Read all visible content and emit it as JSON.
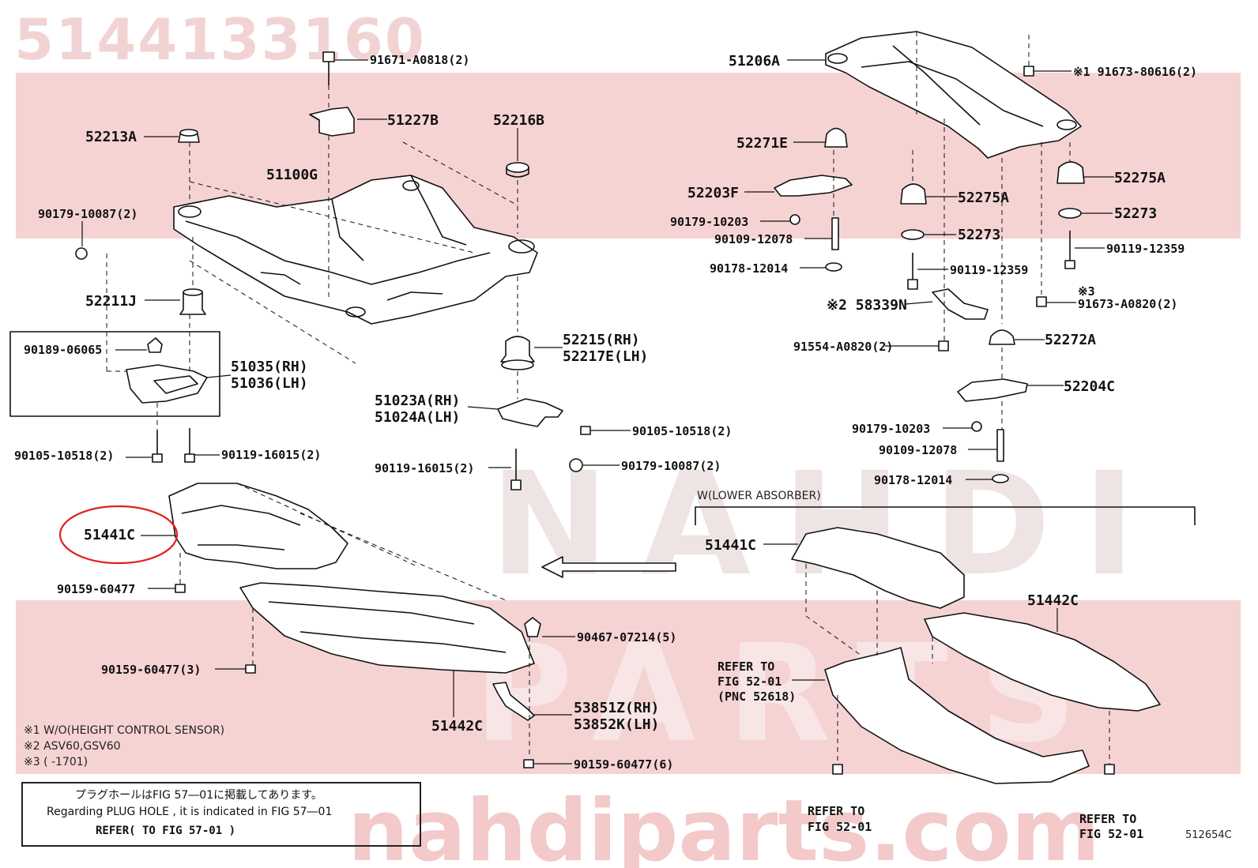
{
  "header": {
    "part_number_watermark": "5144133160"
  },
  "watermarks": {
    "brand": "NAHDI",
    "parts": "PARTS",
    "url": "nahdiparts.com"
  },
  "labels": {
    "l_91671": "91671-A0818(2)",
    "l_51227B": "51227B",
    "l_52216B": "52216B",
    "l_52213A": "52213A",
    "l_51100G": "51100G",
    "l_90179_10087a": "90179-10087(2)",
    "l_52211J": "52211J",
    "l_90189": "90189-06065",
    "l_51035": "51035(RH)",
    "l_51036": "51036(LH)",
    "l_90105a": "90105-10518(2)",
    "l_90119a": "90119-16015(2)",
    "l_52215": "52215(RH)",
    "l_52217E": "52217E(LH)",
    "l_51023A": "51023A(RH)",
    "l_51024A": "51024A(LH)",
    "l_90105b": "90105-10518(2)",
    "l_90119b": "90119-16015(2)",
    "l_90179_10087b": "90179-10087(2)",
    "l_51441C_main": "51441C",
    "l_90159_a": "90159-60477",
    "l_90467": "90467-07214(5)",
    "l_90159_b": "90159-60477(3)",
    "l_53851Z": "53851Z(RH)",
    "l_53852K": "53852K(LH)",
    "l_51442C_main": "51442C",
    "l_90159_c": "90159-60477(6)",
    "l_51206A": "51206A",
    "l_91673_80616": "※1 91673-80616(2)",
    "l_52271E": "52271E",
    "l_52203F": "52203F",
    "l_90179_10203a": "90179-10203",
    "l_90109_a": "90109-12078",
    "l_90178_a": "90178-12014",
    "l_52275A_a": "52275A",
    "l_52273_a": "52273",
    "l_90119_12359a": "90119-12359",
    "l_58339N": "※2 58339N",
    "l_91554": "91554-A0820(2)",
    "l_52275A_b": "52275A",
    "l_52273_b": "52273",
    "l_90119_12359b": "90119-12359",
    "l_note3": "※3",
    "l_91673_A0820": "91673-A0820(2)",
    "l_52272A": "52272A",
    "l_52204C": "52204C",
    "l_90179_10203b": "90179-10203",
    "l_90109_b": "90109-12078",
    "l_90178_b": "90178-12014",
    "l_51441C_alt": "51441C",
    "l_51442C_alt": "51442C",
    "l_refer1a": "REFER TO",
    "l_refer1b": "FIG 52-01",
    "l_refer1c": "(PNC 52618)",
    "l_refer2a": "REFER TO",
    "l_refer2b": "FIG 52-01",
    "l_refer3a": "REFER TO",
    "l_refer3b": "FIG 52-01"
  },
  "variant_label": "W(LOWER ABSORBER)",
  "footnotes": {
    "n1": "※1 W/O(HEIGHT CONTROL SENSOR)",
    "n2": "※2 ASV60,GSV60",
    "n3": "※3 (        -1701)"
  },
  "notebox": {
    "jp": "プラグホールはFIG  57―01に掲載してあります。",
    "en": "Regarding  PLUG  HOLE , it is indicated in  FIG  57―01",
    "refer": "REFER( TO  FIG  57-01            )"
  },
  "figure_code": "512654C",
  "colors": {
    "highlight": "#e02020",
    "band": "#f6d3d3",
    "ink": "#111111"
  }
}
